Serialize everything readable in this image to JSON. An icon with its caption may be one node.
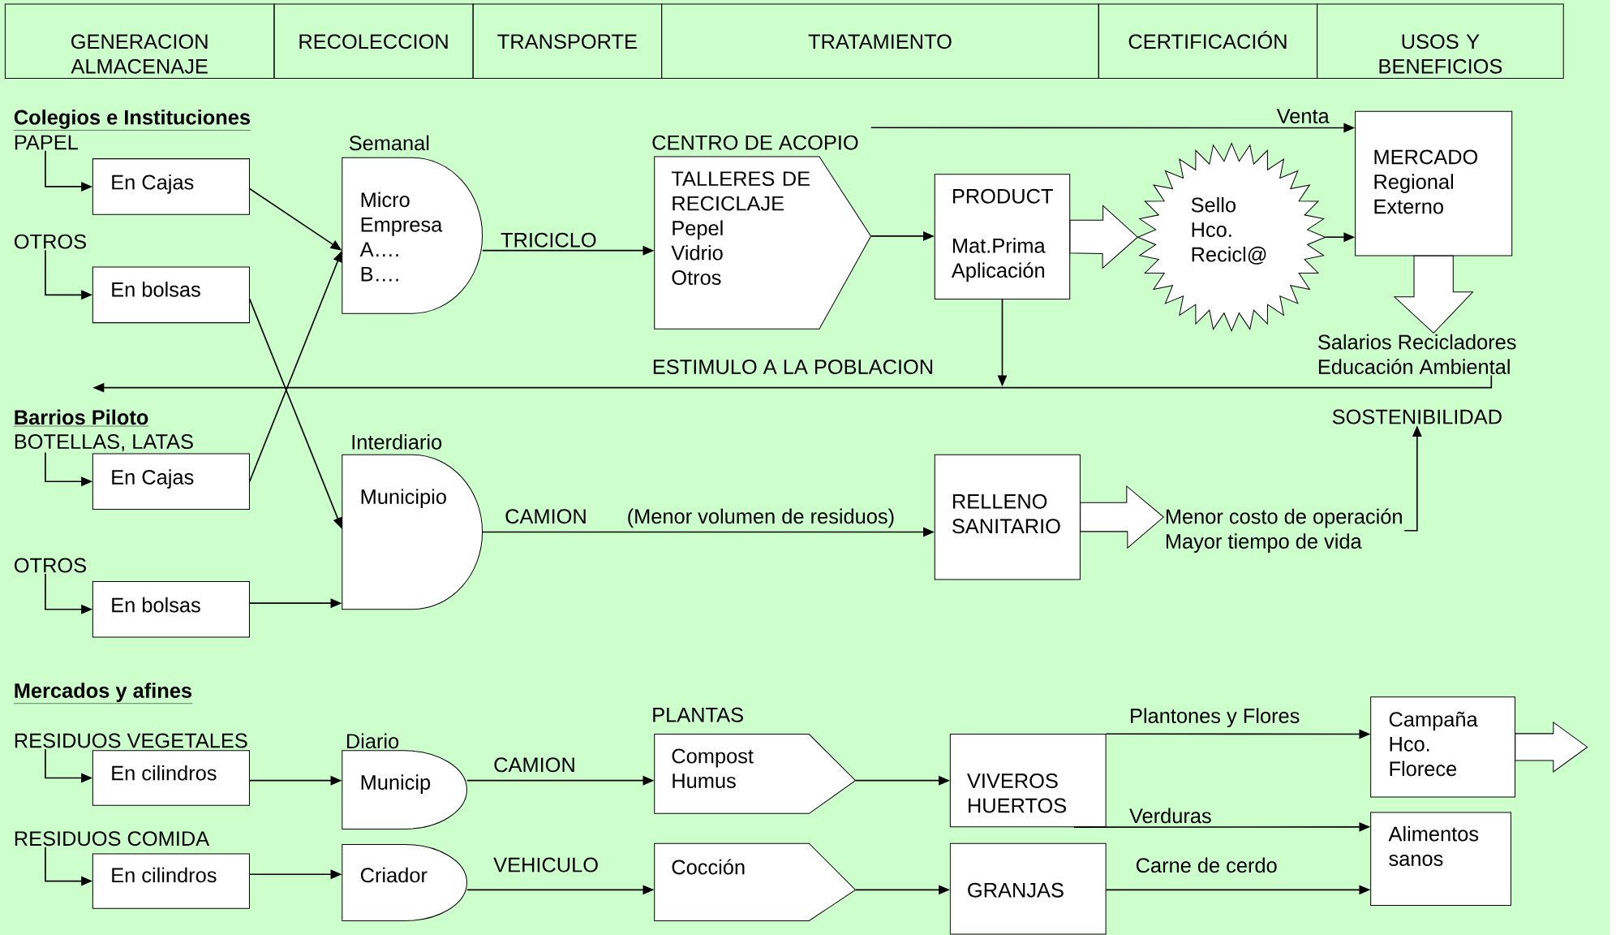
{
  "diagram": {
    "nodes": [
      {
        "text": [
          "GENERACION ALMACENAJE"
        ]
      },
      {
        "text": [
          "RECOLECCION"
        ]
      },
      {
        "text": [
          "TRANSPORTE"
        ]
      },
      {
        "text": [
          "TRATAMIENTO"
        ]
      },
      {
        "text": [
          "CERTIFICACIÓN"
        ]
      },
      {
        "text": [
          "USOS Y BENEFICIOS"
        ]
      },
      {
        "text": [
          "PAPEL"
        ]
      },
      {
        "text": [
          "En Cajas"
        ]
      },
      {
        "text": [
          "OTROS"
        ]
      },
      {
        "text": [
          "En bolsas"
        ]
      },
      {
        "text": [
          "Micro Empresa",
          "A….",
          "B…."
        ],
        "beside": [
          "Semanal"
        ]
      },
      {
        "text": [
          "TALLERES DE RECICLAJE",
          "Pepel",
          "Vidrio",
          "Otros"
        ],
        "beside": [
          "CENTRO DE ACOPIO"
        ]
      },
      {
        "text": [
          "PRODUCT",
          "Mat.Prima Aplicación"
        ]
      },
      {
        "text": [
          "Sello Hco. Recicl@"
        ]
      },
      {
        "text": [
          "MERCADO Regional Externo"
        ]
      },
      {
        "text": [
          "Salarios Recicladores",
          "Educación Ambiental"
        ]
      },
      {
        "text": [
          "SOSTENIBILIDAD"
        ]
      },
      {
        "text": [
          "BOTELLAS, LATAS"
        ]
      },
      {
        "text": [
          "En Cajas"
        ]
      },
      {
        "text": [
          "OTROS"
        ]
      },
      {
        "text": [
          "En bolsas"
        ]
      },
      {
        "text": [
          "Municipio"
        ],
        "beside": [
          "Interdiario"
        ]
      },
      {
        "text": [
          "RELLENO SANITARIO"
        ]
      },
      {
        "text": [
          "Menor costo de operación",
          "Mayor tiempo de vida"
        ]
      },
      {
        "text": [
          "RESIDUOS VEGETALES"
        ]
      },
      {
        "text": [
          "En cilindros"
        ]
      },
      {
        "text": [
          "Municip"
        ],
        "beside": [
          "Diario"
        ]
      },
      {
        "text": [
          "Compost",
          "Humus"
        ],
        "beside": [
          "PLANTAS"
        ]
      },
      {
        "text": [
          "VIVEROS",
          "HUERTOS"
        ]
      },
      {
        "text": [
          "Campaña Hco. Florece"
        ]
      },
      {
        "text": [
          "RESIDUOS COMIDA"
        ]
      },
      {
        "text": [
          "En cilindros"
        ]
      },
      {
        "text": [
          "Criador"
        ]
      },
      {
        "text": [
          "Cocción"
        ]
      },
      {
        "text": [
          "GRANJAS"
        ]
      },
      {
        "text": [
          "Alimentos sanos"
        ]
      },
      {
        "text": [
          "Barrios Piloto"
        ]
      }
    ],
    "edges": [
      {
        "from": 6,
        "to": 7,
        "arrow": "to"
      },
      {
        "from": 8,
        "to": 9,
        "arrow": "to"
      },
      {
        "from": 7,
        "to": 10,
        "arrow": "to"
      },
      {
        "from": 9,
        "to": 21,
        "arrow": "to"
      },
      {
        "from": 17,
        "to": 18,
        "arrow": "to"
      },
      {
        "from": 18,
        "to": 10,
        "arrow": "to"
      },
      {
        "from": 19,
        "to": 20,
        "arrow": "to"
      },
      {
        "from": 20,
        "to": 21,
        "arrow": "to"
      },
      {
        "from": 10,
        "to": 11,
        "arrow": "to",
        "label": "TRICICLO"
      },
      {
        "from": 11,
        "to": 12,
        "arrow": "to"
      },
      {
        "from": 12,
        "to": 13,
        "arrow": "to",
        "style": "thick"
      },
      {
        "from": 13,
        "to": 14,
        "arrow": "to"
      },
      {
        "from": 11,
        "to": 14,
        "arrow": "to",
        "label": "Venta"
      },
      {
        "from": 14,
        "to": 15,
        "arrow": "to",
        "style": "thick"
      },
      {
        "from": 12,
        "to": null,
        "arrow": "to"
      },
      {
        "from": 15,
        "to": 36,
        "arrow": "to",
        "label": "ESTIMULO A LA POBLACION"
      },
      {
        "from": 21,
        "to": 22,
        "arrow": "to",
        "label": "CAMION"
      },
      {
        "from": 22,
        "to": 23,
        "arrow": "to",
        "style": "thick"
      },
      {
        "from": 23,
        "to": 16,
        "arrow": "to"
      },
      {
        "from": 24,
        "to": 25,
        "arrow": "to"
      },
      {
        "from": 25,
        "to": 26,
        "arrow": "to"
      },
      {
        "from": 26,
        "to": 27,
        "arrow": "to",
        "label": "CAMION"
      },
      {
        "from": 27,
        "to": 28,
        "arrow": "to"
      },
      {
        "from": 28,
        "to": 29,
        "arrow": "to",
        "label": "Plantones y Flores"
      },
      {
        "from": 28,
        "to": 35,
        "arrow": "to",
        "label": "Verduras"
      },
      {
        "from": 29,
        "to": null,
        "arrow": "to",
        "style": "thick"
      },
      {
        "from": 30,
        "to": 31,
        "arrow": "to"
      },
      {
        "from": 31,
        "to": 32,
        "arrow": "to"
      },
      {
        "from": 32,
        "to": 33,
        "arrow": "to",
        "label": "VEHICULO"
      },
      {
        "from": 33,
        "to": 34,
        "arrow": "to"
      },
      {
        "from": 34,
        "to": 35,
        "arrow": "to",
        "label": "Carne de cerdo"
      }
    ],
    "labels": [
      "Colegios e Instituciones",
      "Mercados y afines",
      "(Menor volumen de residuos)"
    ]
  }
}
